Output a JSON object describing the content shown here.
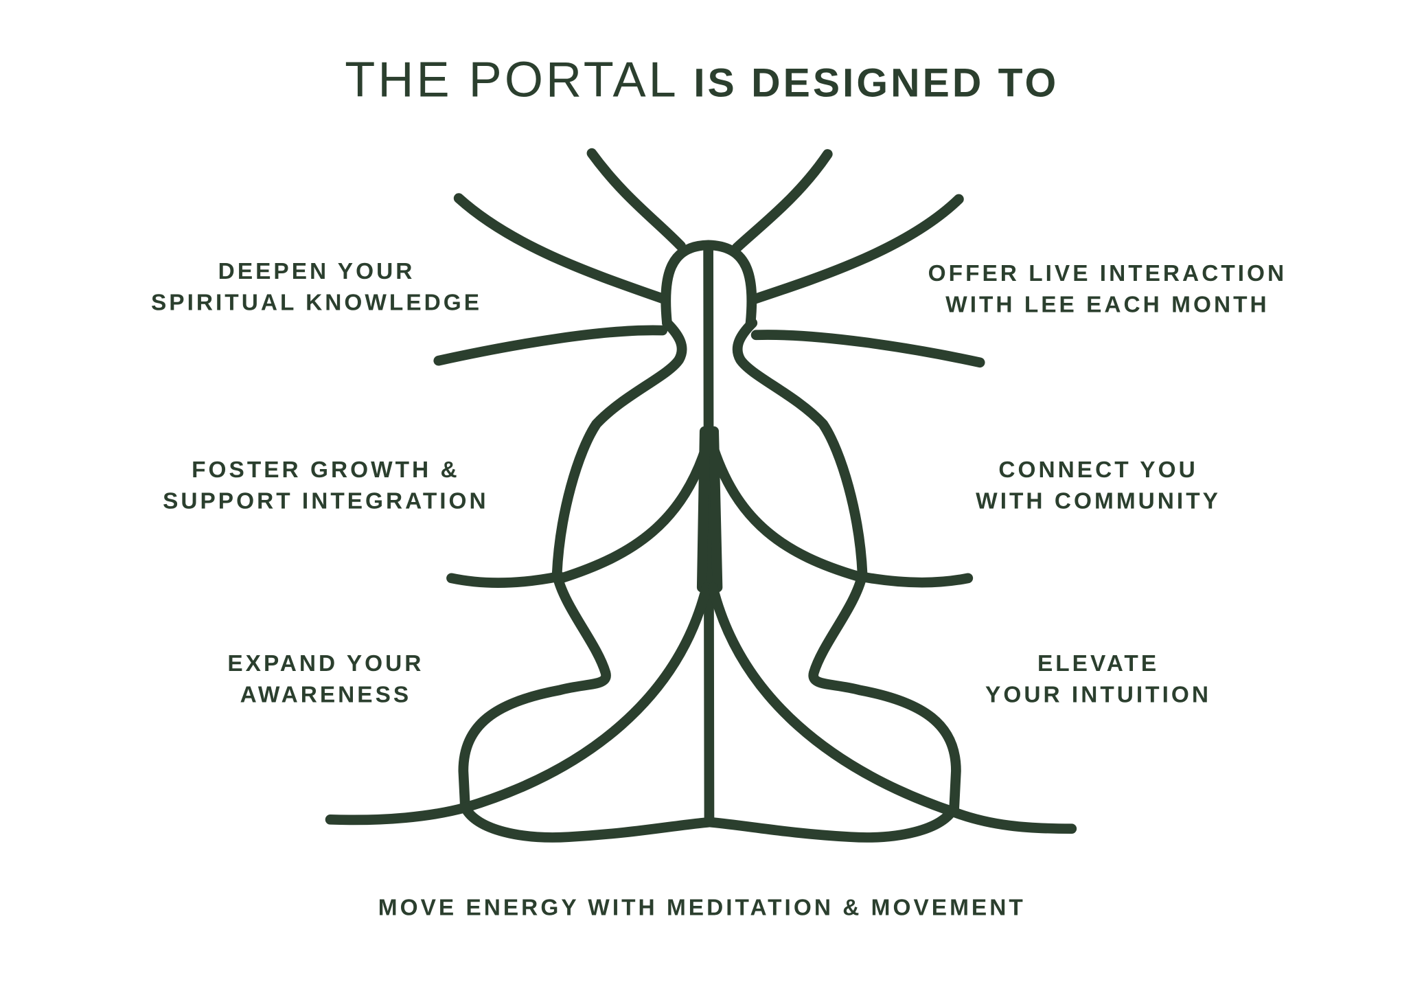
{
  "title": {
    "light": "THE PORTAL",
    "bold": "IS DESIGNED TO"
  },
  "left_labels": [
    {
      "line1": "DEEPEN YOUR",
      "line2": "SPIRITUAL KNOWLEDGE"
    },
    {
      "line1": "FOSTER GROWTH &",
      "line2": "SUPPORT INTEGRATION"
    },
    {
      "line1": "EXPAND YOUR",
      "line2": "AWARENESS"
    }
  ],
  "right_labels": [
    {
      "line1": "OFFER LIVE INTERACTION",
      "line2": "WITH LEE EACH MONTH"
    },
    {
      "line1": "CONNECT YOU",
      "line2": "WITH COMMUNITY"
    },
    {
      "line1": "ELEVATE",
      "line2": "YOUR INTUITION"
    }
  ],
  "bottom_label": "MOVE ENERGY WITH MEDITATION & MOVEMENT",
  "colors": {
    "primary": "#2b3f2e",
    "background": "#ffffff"
  },
  "figure_icon": "meditating-figure-energy-lines"
}
